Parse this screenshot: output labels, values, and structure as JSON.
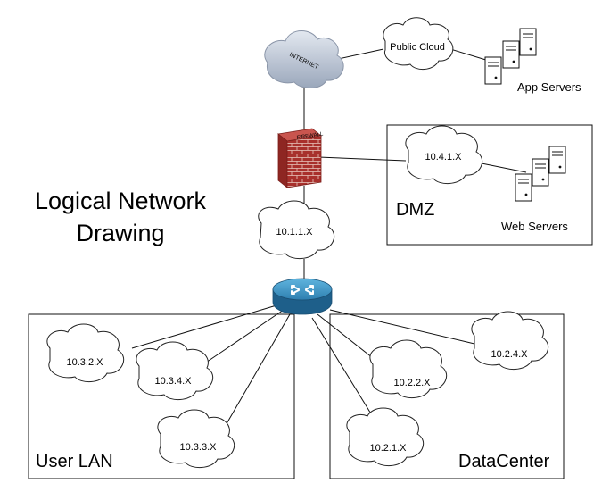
{
  "title": {
    "line1": "Logical Network",
    "line2": "Drawing"
  },
  "zones": {
    "dmz": "DMZ",
    "user_lan": "User LAN",
    "datacenter": "DataCenter"
  },
  "clouds": {
    "internet_label": "INTERNET",
    "public_cloud": "Public Cloud",
    "dmz_net": "10.4.1.X",
    "core_net": "10.1.1.X",
    "lan_1": "10.3.2.X",
    "lan_2": "10.3.4.X",
    "lan_3": "10.3.3.X",
    "dc_1": "10.2.4.X",
    "dc_2": "10.2.2.X",
    "dc_3": "10.2.1.X"
  },
  "devices": {
    "firewall_label": "FIREWALL",
    "app_servers": "App Servers",
    "web_servers": "Web Servers"
  },
  "icons": [
    "internet-cloud-icon",
    "firewall-icon",
    "router-icon",
    "server-icon"
  ]
}
